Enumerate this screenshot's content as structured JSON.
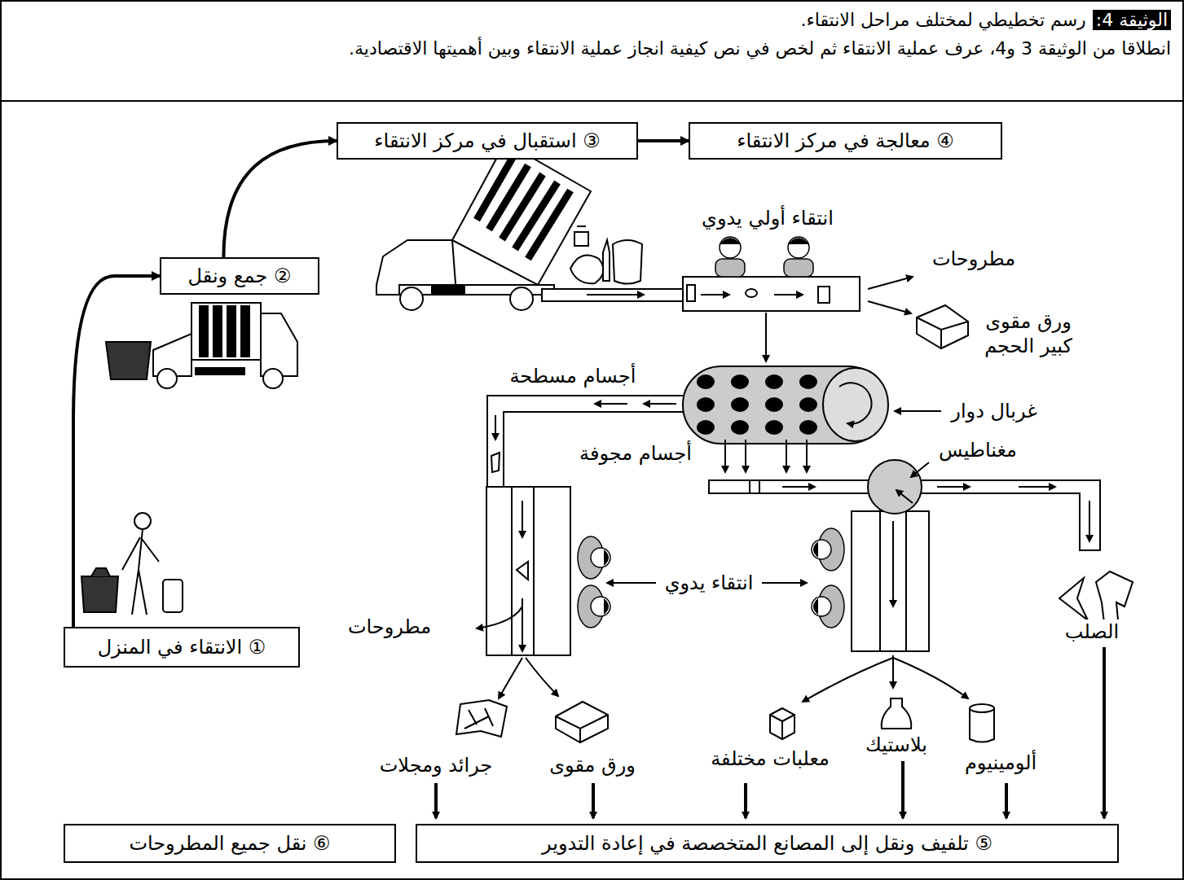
{
  "diagram": {
    "nodes": [
      {
        "text": [
          "الوثيقة 4:",
          "رسم تخطيطي لمختلف مراحل الانتقاء.",
          "انطلاقا من الوثيقة 3 و4، عرف عملية الانتقاء ثم لخص في نص كيفية انجاز عملية الانتقاء وبين أهميتها الاقتصادية."
        ]
      },
      {
        "text": [
          "① الانتقاء في المنزل"
        ]
      },
      {
        "text": [
          "② جمع ونقل"
        ]
      },
      {
        "text": [
          "③ استقبال في مركز الانتقاء"
        ]
      },
      {
        "text": [
          "④ معالجة في مركز الانتقاء"
        ]
      },
      {
        "text": [
          "⑤ تلفيف ونقل إلى المصانع المتخصصة في إعادة التدوير"
        ]
      },
      {
        "text": [
          "⑥ نقل جميع المطروحات"
        ]
      }
    ],
    "edges": [
      {
        "from": 1,
        "to": 2,
        "arrow": "to"
      },
      {
        "from": 2,
        "to": 3,
        "arrow": "to"
      },
      {
        "from": 3,
        "to": 4,
        "arrow": "to"
      }
    ],
    "labels": [
      "انتقاء أولي يدوي",
      "مطروحات",
      "ورق مقوى كبير الحجم",
      "أجسام مسطحة",
      "غربال دوار",
      "مغناطيس",
      "أجسام مجوفة",
      "انتقاء يدوي",
      "مطروحات",
      "الصلب",
      "جرائد ومجلات",
      "ورق مقوى",
      "معلبات مختلفة",
      "بلاستيك",
      "ألومينيوم"
    ]
  }
}
